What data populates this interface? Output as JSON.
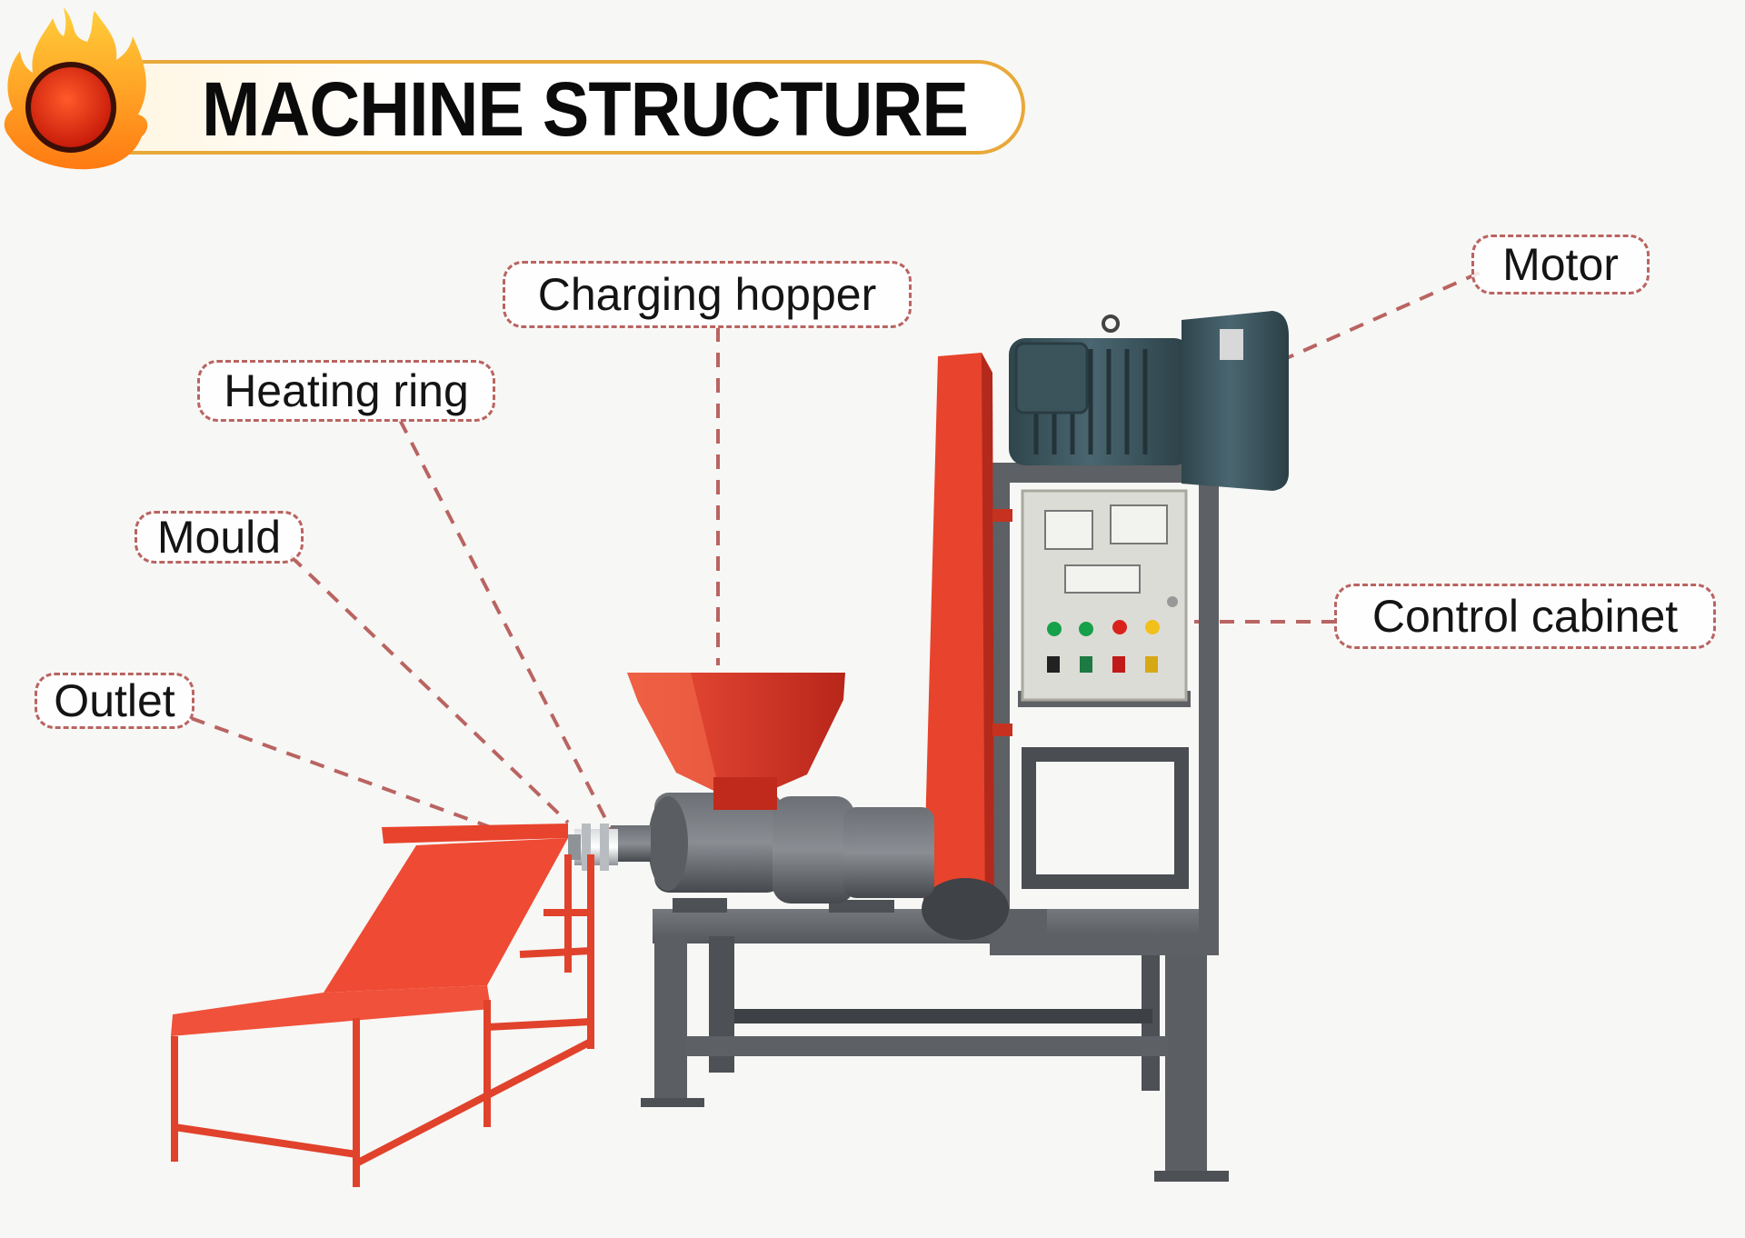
{
  "header": {
    "title": "MACHINE STRUCTURE",
    "icon": "flame-sun-icon",
    "accent_color": "#e8a93a"
  },
  "callouts": {
    "charging_hopper": "Charging hopper",
    "heating_ring": "Heating ring",
    "mould": "Mould",
    "outlet": "Outlet",
    "motor": "Motor",
    "control_cabinet": "Control cabinet"
  },
  "colors": {
    "machine_red": "#e8432c",
    "machine_grey": "#5f6266",
    "motor_teal": "#3d5760",
    "callout_border": "#b96461"
  }
}
